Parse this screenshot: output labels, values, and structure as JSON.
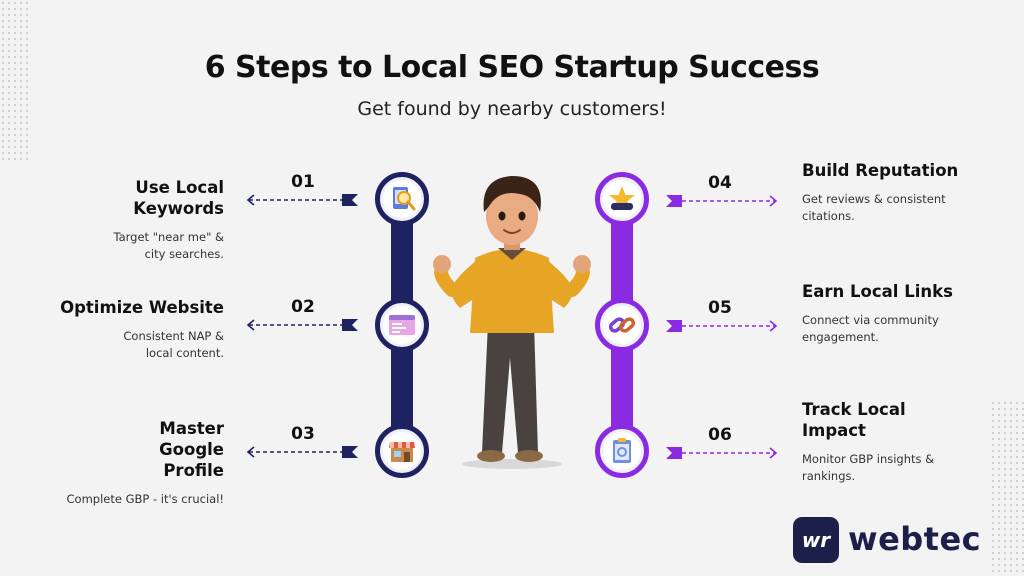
{
  "header": {
    "title": "6 Steps to Local SEO Startup Success",
    "subtitle": "Get found by nearby customers!"
  },
  "colors": {
    "left_accent": "#1f2260",
    "right_accent": "#8a2be2",
    "text": "#111111",
    "background": "#f3f3f3"
  },
  "steps": [
    {
      "number": "01",
      "title": "Use Local Keywords",
      "description": "Target \"near me\" & city searches.",
      "icon": "search-magnifier-icon"
    },
    {
      "number": "02",
      "title": "Optimize Website",
      "description": "Consistent NAP & local content.",
      "icon": "browser-window-icon"
    },
    {
      "number": "03",
      "title": "Master Google Profile",
      "description": "Complete GBP - it's crucial!",
      "icon": "storefront-icon"
    },
    {
      "number": "04",
      "title": "Build Reputation",
      "description": "Get reviews & consistent citations.",
      "icon": "star-rating-icon"
    },
    {
      "number": "05",
      "title": "Earn Local Links",
      "description": "Connect via community engagement.",
      "icon": "chain-link-icon"
    },
    {
      "number": "06",
      "title": "Track Local Impact",
      "description": "Monitor GBP insights & rankings.",
      "icon": "analytics-clipboard-icon"
    }
  ],
  "brand": {
    "name": "webtec",
    "mark": "wr"
  }
}
